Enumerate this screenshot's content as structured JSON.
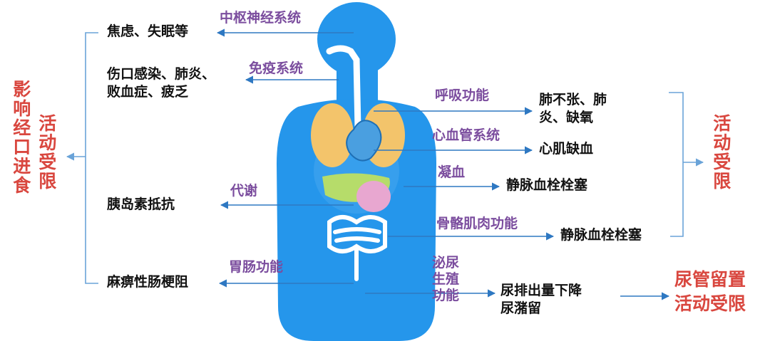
{
  "colors": {
    "body": "#2596eb",
    "arrow": "#2e78c2",
    "bracket": "#6aa3d8",
    "system_text": "#7b4d9e",
    "effect_text": "#111111",
    "outcome_text": "#d9473f",
    "lungs": "#f3c46b",
    "heart": "#4a9fe0",
    "liver": "#b6dc6a",
    "stomach": "#e8a7d0",
    "intestine": "#ffffff"
  },
  "systems": {
    "cns": "中枢神经系统",
    "immune": "免疫系统",
    "respiratory": "呼吸功能",
    "cardio": "心血管系统",
    "coagulation": "凝血",
    "metabolism": "代谢",
    "musculoskeletal": "骨骼肌肉功能",
    "gastro": "胃肠功能",
    "urogenital": "泌尿\n生殖\n功能"
  },
  "effects": {
    "anxiety": "焦虑、失眠等",
    "infection": "伤口感染、肺炎、\n败血症、疲乏",
    "atelectasis": "肺不张、肺\n炎、缺氧",
    "ischemia": "心肌缺血",
    "thrombosis_1": "静脉血栓栓塞",
    "insulin": "胰岛素抵抗",
    "thrombosis_2": "静脉血栓栓塞",
    "ileus": "麻痹性肠梗阻",
    "urine": "尿排出量下降\n尿潴留"
  },
  "outcomes": {
    "left_outer": "影响经口进食",
    "left_inner": "活动受限",
    "right": "活动受限",
    "catheter": "尿管留置\n活动受限"
  }
}
